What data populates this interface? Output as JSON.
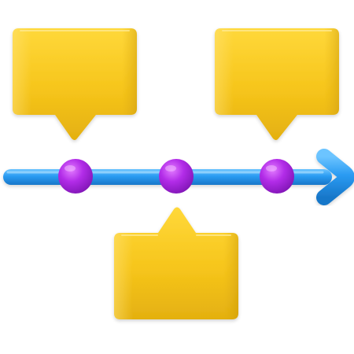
{
  "illustration": {
    "subject": "timeline-icon",
    "palette": {
      "callout_fill": "#F6C51B",
      "callout_highlight": "#FFE16A",
      "callout_shadow": "#D9A60D",
      "arrow_fill": "#2A9BF2",
      "arrow_highlight": "#6CC4FF",
      "arrow_shadow": "#1877C9",
      "node_fill": "#B22CE8",
      "node_highlight": "#E27BFF",
      "node_shadow": "#7E14B3"
    },
    "node_count": 3,
    "callouts_above": 2,
    "callouts_below": 1
  }
}
